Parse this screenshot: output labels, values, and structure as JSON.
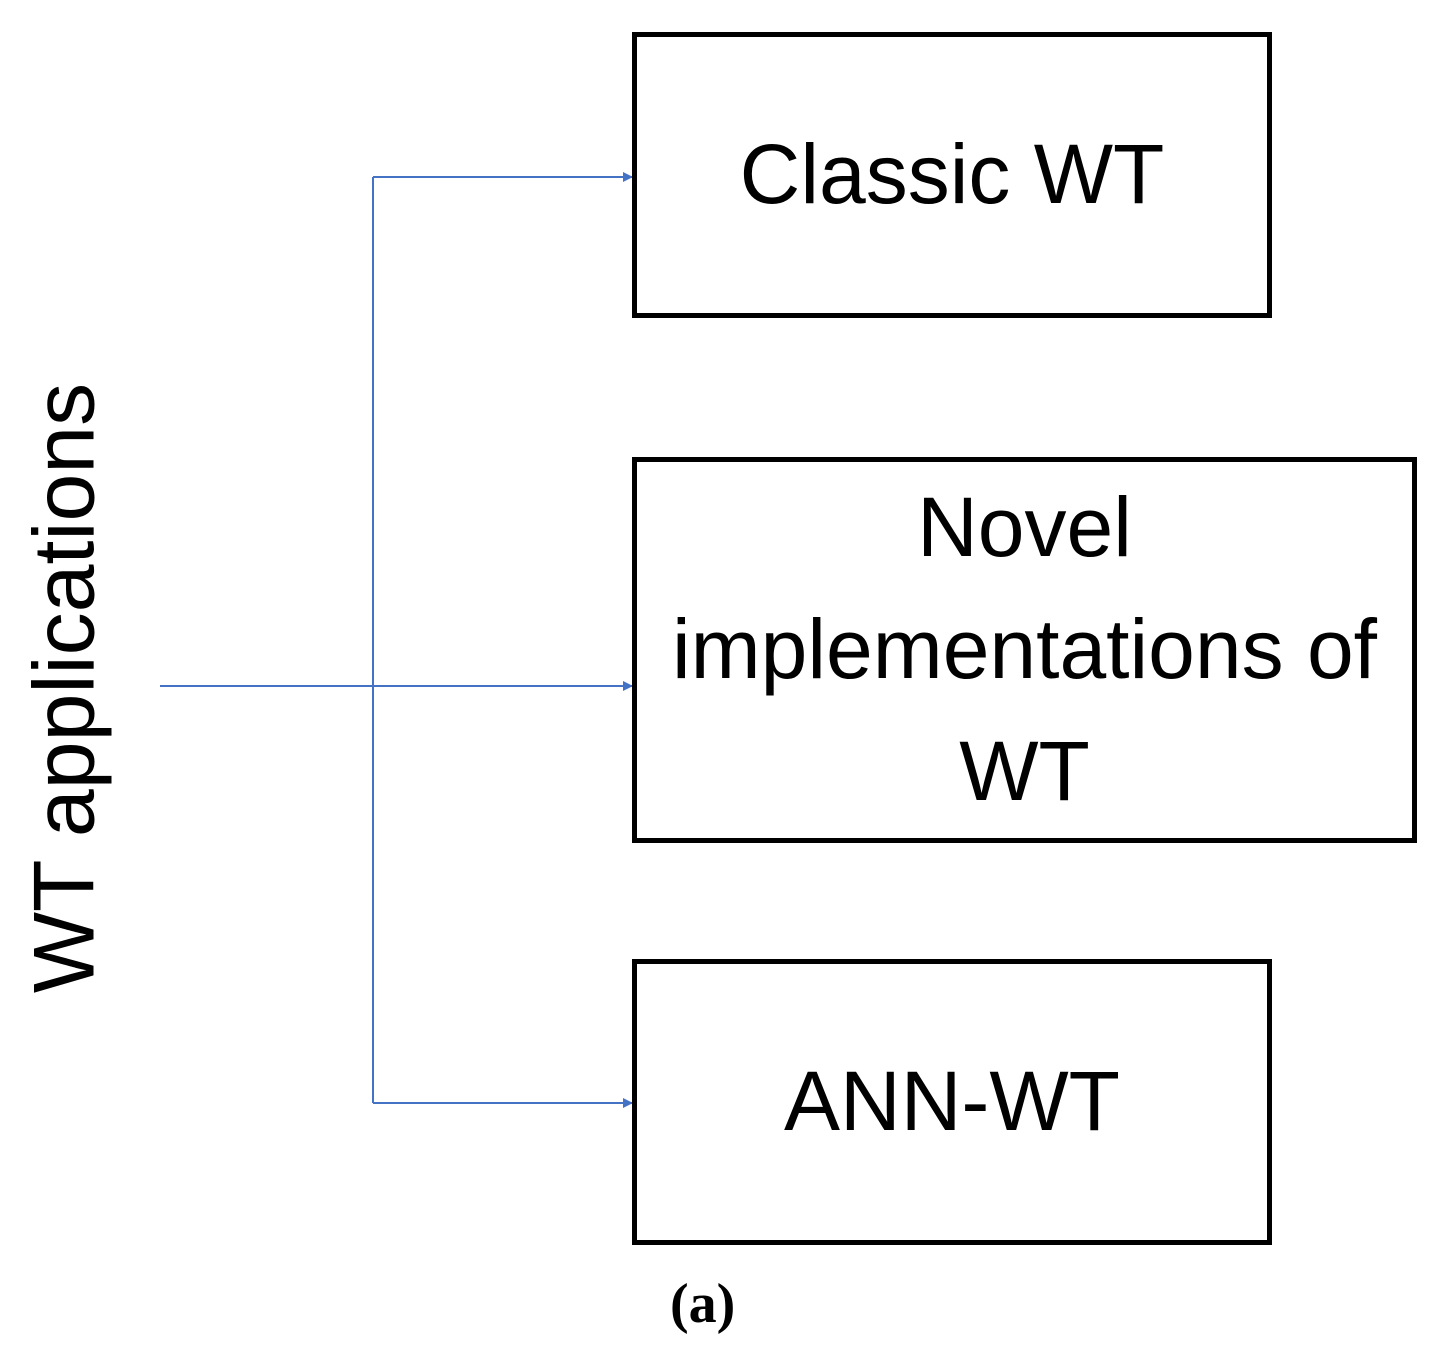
{
  "diagram": {
    "root_label": "WT applications",
    "nodes": [
      {
        "label": "Classic WT"
      },
      {
        "label": "Novel implementations of WT"
      },
      {
        "label": "ANN-WT"
      }
    ],
    "caption": "(a)",
    "connector_color": "#4472C4"
  }
}
